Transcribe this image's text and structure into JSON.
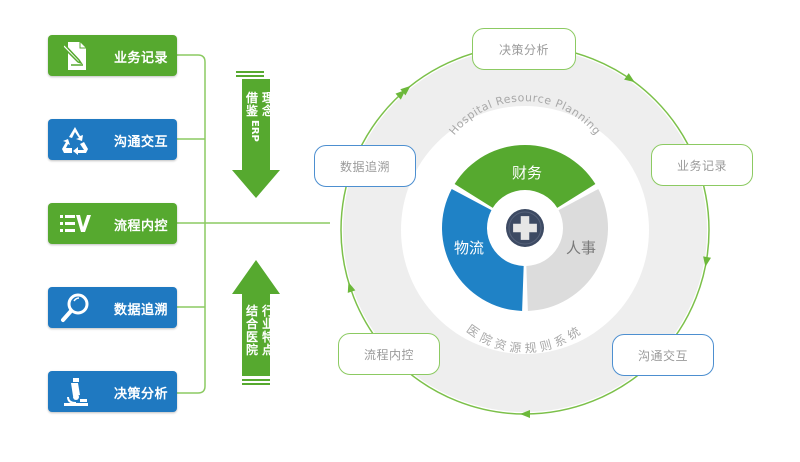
{
  "left_modules": [
    {
      "label": "业务记录",
      "icon": "document-pen-icon",
      "color": "#56a92f"
    },
    {
      "label": "沟通交互",
      "icon": "recycle-icon",
      "color": "#1f79c1"
    },
    {
      "label": "流程内控",
      "icon": "list-check-icon",
      "color": "#56a92f"
    },
    {
      "label": "数据追溯",
      "icon": "magnifier-icon",
      "color": "#1f79c1"
    },
    {
      "label": "决策分析",
      "icon": "microscope-icon",
      "color": "#1f79c1"
    }
  ],
  "arrows": {
    "down": {
      "col1": "借鉴",
      "col2": "理念",
      "col3": "ERP"
    },
    "up": {
      "col1": "结合医院",
      "col2": "行业特点"
    }
  },
  "cycle_nodes": [
    {
      "label": "决策分析",
      "border": "green"
    },
    {
      "label": "业务记录",
      "border": "green"
    },
    {
      "label": "沟通交互",
      "border": "blue"
    },
    {
      "label": "流程内控",
      "border": "green"
    },
    {
      "label": "数据追溯",
      "border": "blue"
    }
  ],
  "core": {
    "english_title": "Hospital Resource Planning",
    "chinese_title": "医院资源规则系统",
    "segments": [
      {
        "label": "财务",
        "color": "#56a92f"
      },
      {
        "label": "人事",
        "color": "#dcdcdc"
      },
      {
        "label": "物流",
        "color": "#1f82c6"
      }
    ],
    "center_icon": "medical-cross-icon"
  },
  "colors": {
    "green": "#56a92f",
    "blue": "#1f79c1",
    "line_green": "#7cc04a",
    "ring_gray": "#eeeeee",
    "navy": "#3d4a63"
  }
}
